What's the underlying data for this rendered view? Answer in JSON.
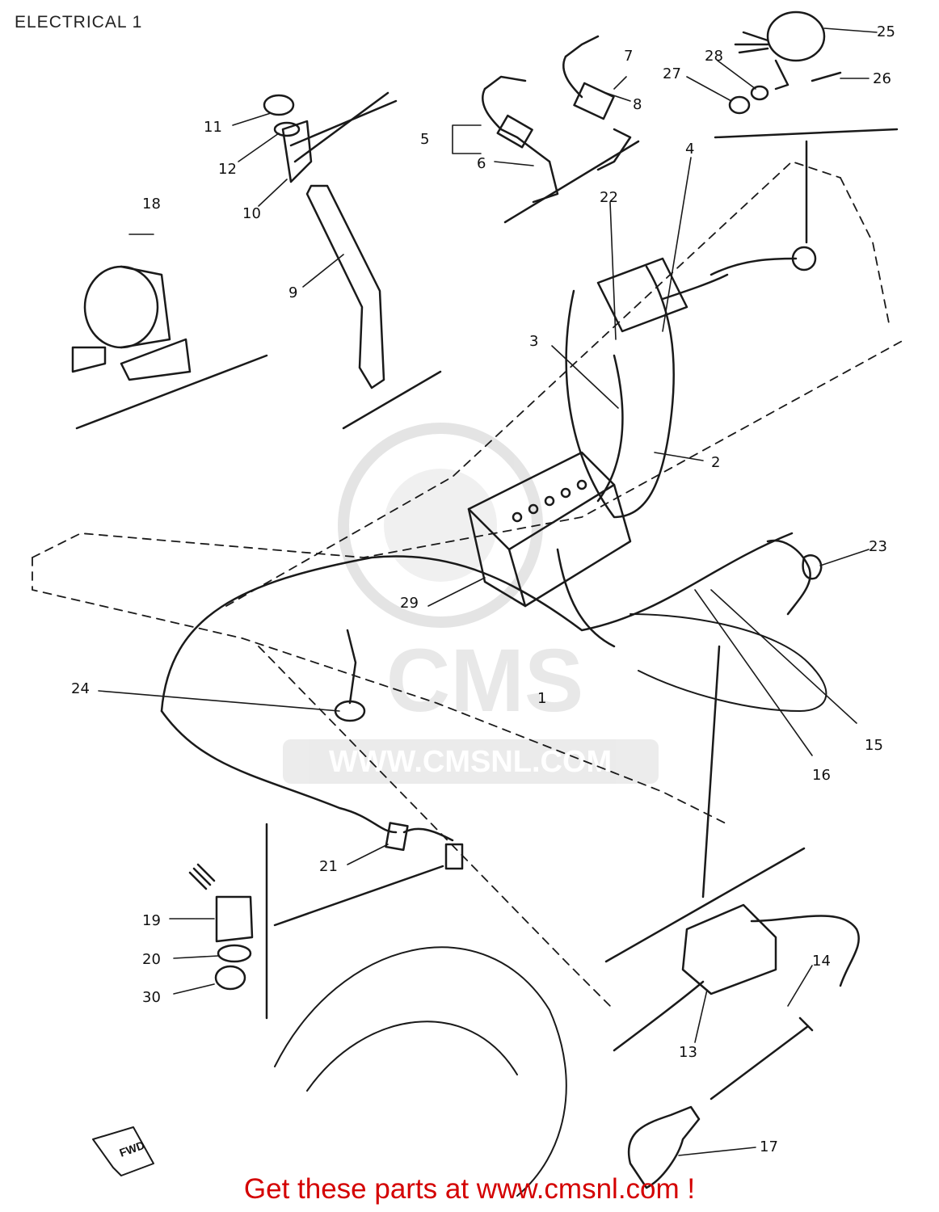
{
  "page": {
    "title": "ELECTRICAL 1"
  },
  "watermark": {
    "brand": "CMS",
    "url": "WWW.CMSNL.COM"
  },
  "orientation": {
    "fwd_label": "FWD"
  },
  "callouts": [
    "1",
    "2",
    "3",
    "4",
    "5",
    "6",
    "7",
    "8",
    "9",
    "10",
    "11",
    "12",
    "13",
    "14",
    "15",
    "16",
    "17",
    "18",
    "19",
    "20",
    "21",
    "22",
    "23",
    "24",
    "25",
    "26",
    "27",
    "28",
    "29",
    "30"
  ],
  "footer": {
    "text": "Get these parts at www.cmsnl.com !"
  },
  "colors": {
    "line": "#1a1a1a",
    "footer": "#d40000",
    "watermark": "#cfcfcf"
  }
}
